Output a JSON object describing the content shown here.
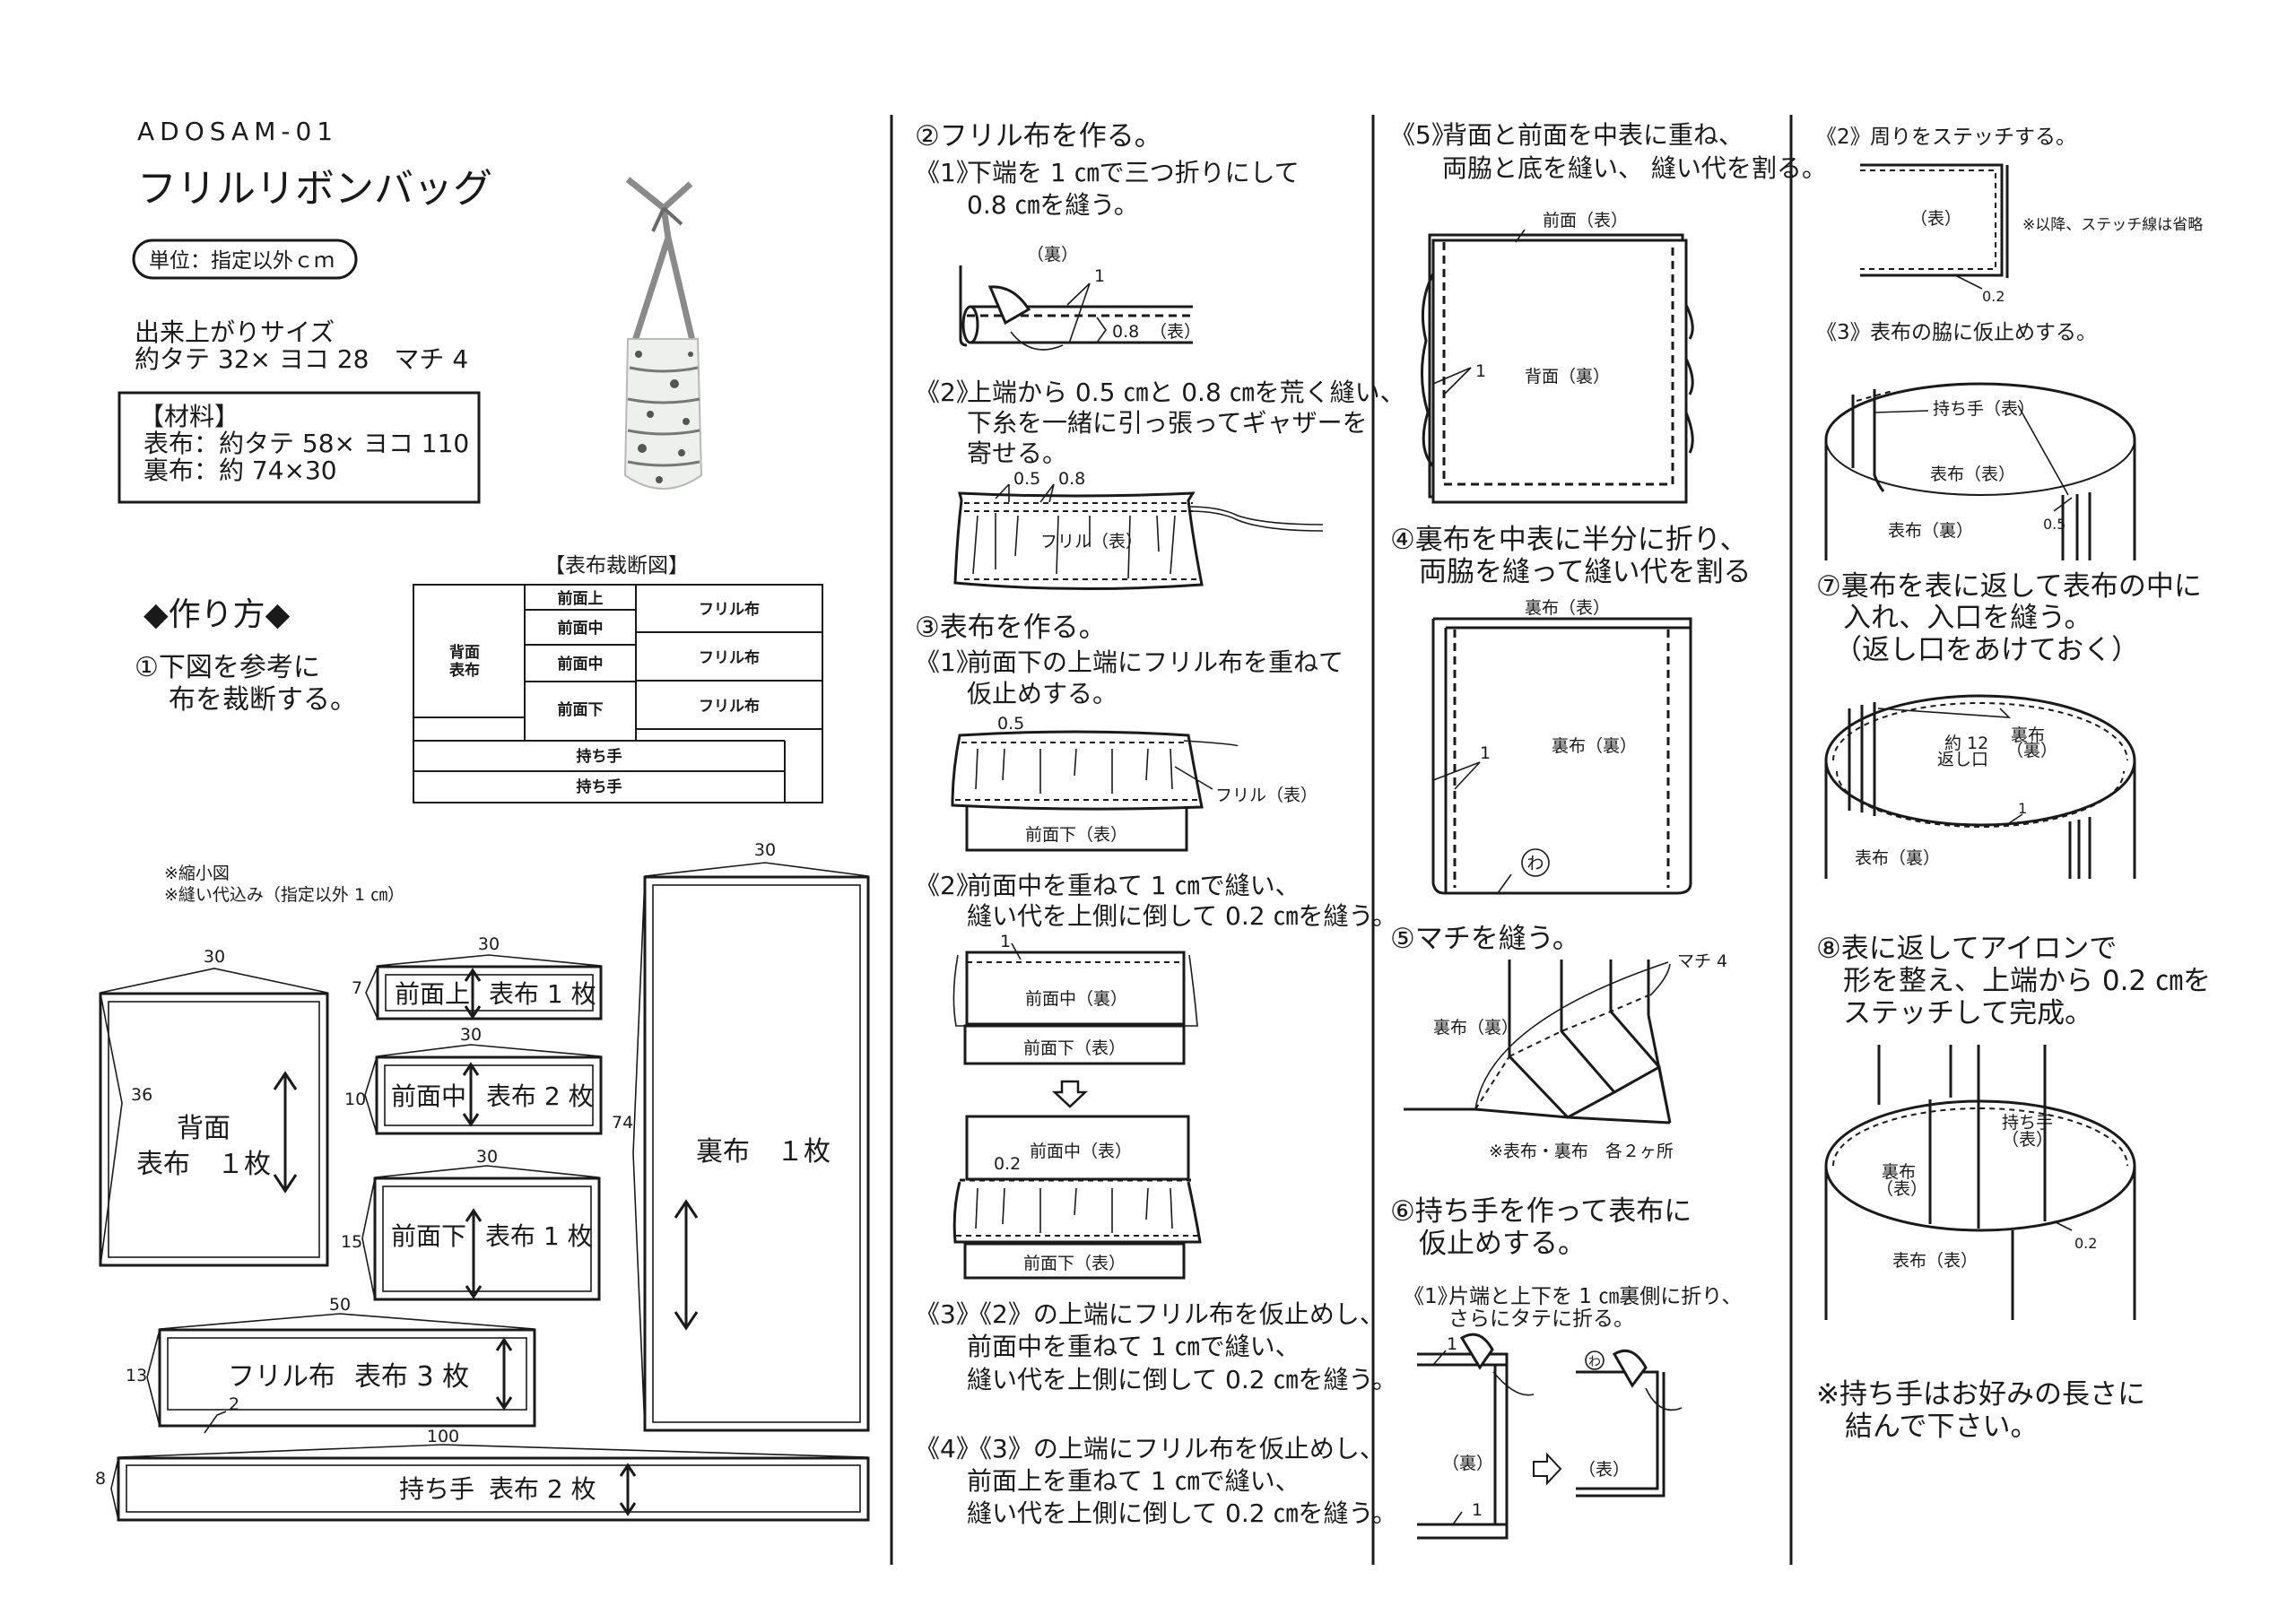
{
  "header": {
    "code": "ADOSAM-01",
    "title": "フリルリボンバッグ",
    "unit_badge": "単位：指定以外ｃｍ",
    "size_label": "出来上がりサイズ",
    "size_value": "約タテ 32× ヨコ 28　マチ 4"
  },
  "materials": {
    "heading": "【材料】",
    "outer": "表布：約タテ 58× ヨコ 110",
    "lining": "裏布：約 74×30"
  },
  "howto": {
    "heading": "◆作り方◆",
    "step1": [
      "①下図を参考に",
      "布を裁断する。"
    ]
  },
  "cutting_layout": {
    "title": "【表布裁断図】",
    "back": [
      "背面",
      "表布"
    ],
    "front_top": "前面上",
    "front_mid_1": "前面中",
    "front_mid_2": "前面中",
    "front_bottom": "前面下",
    "frill_1": "フリル布",
    "frill_2": "フリル布",
    "frill_3": "フリル布",
    "handle_1": "持ち手",
    "handle_2": "持ち手"
  },
  "pattern_notes": [
    "※縮小図",
    "※縫い代込み（指定以外 1 ㎝）"
  ],
  "pieces": {
    "back": {
      "name": "背面",
      "qty": "表布　１枚",
      "width": "30",
      "height": "36"
    },
    "front_top": {
      "name": "前面上",
      "qty": "表布 1 枚",
      "width": "30",
      "height": "7"
    },
    "front_mid": {
      "name": "前面中",
      "qty": "表布 2 枚",
      "width": "30",
      "height": "10"
    },
    "front_bottom": {
      "name": "前面下",
      "qty": "表布 1 枚",
      "width": "30",
      "height": "15"
    },
    "frill": {
      "name": "フリル布",
      "qty": "表布 3 枚",
      "width": "50",
      "height": "13",
      "hem": "2"
    },
    "lining": {
      "name": "裏布",
      "qty": "１枚",
      "width": "30",
      "height": "74"
    },
    "handle": {
      "name": "持ち手",
      "qty": "表布 2 枚",
      "width": "100",
      "height": "8"
    }
  },
  "step2": {
    "heading": "②フリル布を作る。",
    "sub1": {
      "num": "《1》",
      "lines": [
        "下端を 1 ㎝で三つ折りにして",
        "0.8 ㎝を縫う。"
      ]
    },
    "fig1": {
      "back": "（裏）",
      "front": "（表）",
      "d1": "1",
      "d2": "0.8"
    },
    "sub2": {
      "num": "《2》",
      "lines": [
        "上端から 0.5 ㎝と 0.8 ㎝を荒く縫い、",
        "下糸を一緒に引っ張ってギャザーを",
        "寄せる。"
      ]
    },
    "fig2": {
      "d1": "0.5",
      "d2": "0.8",
      "label": "フリル（表）"
    }
  },
  "step3": {
    "heading": "③表布を作る。",
    "sub1": {
      "num": "《1》",
      "lines": [
        "前面下の上端にフリル布を重ねて",
        "仮止めする。"
      ]
    },
    "fig1": {
      "d": "0.5",
      "frill": "フリル（表）",
      "bottom": "前面下（表）"
    },
    "sub2": {
      "num": "《2》",
      "lines": [
        "前面中を重ねて 1 ㎝で縫い、",
        "縫い代を上側に倒して 0.2 ㎝を縫う。"
      ]
    },
    "fig2": {
      "d": "1",
      "mid": "前面中（裏）",
      "bottom": "前面下（表）"
    },
    "fig3": {
      "d": "0.2",
      "mid": "前面中（表）",
      "bottom": "前面下（表）"
    },
    "sub3": {
      "num": "《3》",
      "lines": [
        "《2》の上端にフリル布を仮止めし、",
        "前面中を重ねて 1 ㎝で縫い、",
        "縫い代を上側に倒して 0.2 ㎝を縫う。"
      ]
    },
    "sub4": {
      "num": "《4》",
      "lines": [
        "《3》の上端にフリル布を仮止めし、",
        "前面上を重ねて 1 ㎝で縫い、",
        "縫い代を上側に倒して 0.2 ㎝を縫う。"
      ]
    },
    "sub5": {
      "num": "《5》",
      "lines": [
        "背面と前面を中表に重ね、",
        "両脇と底を縫い、 縫い代を割る。"
      ]
    },
    "fig5": {
      "front": "前面（表）",
      "back": "背面（裏）",
      "d": "1"
    }
  },
  "step4": {
    "lines": [
      "④裏布を中表に半分に折り、",
      "両脇を縫って縫い代を割る"
    ],
    "fig": {
      "outer": "裏布（表）",
      "inner": "裏布（裏）",
      "d": "1",
      "fold": "わ"
    }
  },
  "step5": {
    "heading": "⑤マチを縫う。",
    "fig": {
      "lining": "裏布（裏）",
      "gusset": "マチ 4",
      "note": "※表布・裏布　各２ヶ所"
    }
  },
  "step6": {
    "lines": [
      "⑥持ち手を作って表布に",
      "仮止めする。"
    ],
    "sub1": {
      "num": "《1》",
      "lines": [
        "片端と上下を 1 ㎝裏側に折り、",
        "さらにタテに折る。"
      ]
    },
    "fig1": {
      "d1": "1",
      "d2": "1",
      "back": "（裏）",
      "front": "（表）",
      "fold": "わ"
    },
    "sub2": {
      "num": "《2》",
      "text": "周りをステッチする。"
    },
    "fig2": {
      "front": "（表）",
      "d": "0.2",
      "note": "※以降、ステッチ線は省略"
    },
    "sub3": {
      "num": "《3》",
      "text": "表布の脇に仮止めする。"
    },
    "fig3": {
      "handle": "持ち手（表）",
      "outer_front": "表布（表）",
      "outer_back": "表布（裏）",
      "d": "0.5"
    }
  },
  "step7": {
    "lines": [
      "⑦裏布を表に返して表布の中に",
      "入れ、入口を縫う。",
      "（返し口をあけておく）"
    ],
    "fig": {
      "opening": [
        "約 12",
        "返し口"
      ],
      "lining": [
        "裏布",
        "（裏）"
      ],
      "d": "1",
      "outer": "表布（裏）"
    }
  },
  "step8": {
    "lines": [
      "⑧表に返してアイロンで",
      "形を整え、上端から 0.2 ㎝を",
      "ステッチして完成。"
    ],
    "fig": {
      "handle": [
        "持ち手",
        "（表）"
      ],
      "lining": [
        "裏布",
        "（表）"
      ],
      "outer": "表布（表）",
      "d": "0.2"
    }
  },
  "footnote": [
    "※持ち手はお好みの長さに",
    "結んで下さい。"
  ]
}
